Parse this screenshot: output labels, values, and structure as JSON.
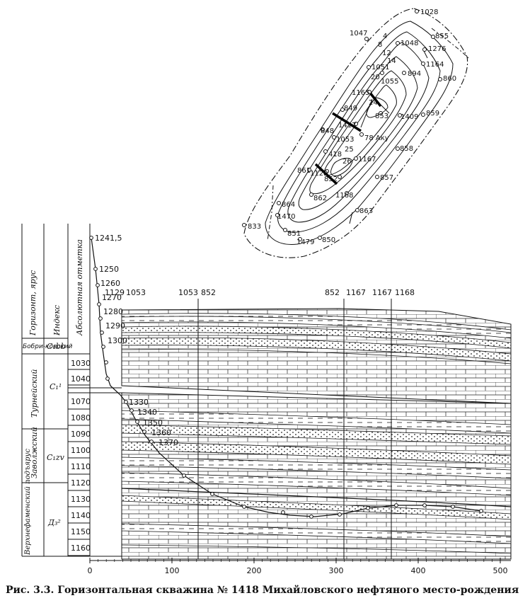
{
  "caption": "Рис. 3.3. Горизонтальная скважина № 1418 Михайловского нефтяного место-рождения",
  "map": {
    "wells": [
      "1028",
      "1047",
      "855",
      "1048",
      "1276",
      "1164",
      "1051",
      "894",
      "860",
      "1055",
      "1165",
      "849",
      "853",
      "1409",
      "859",
      "1417",
      "78 Аку",
      "848",
      "1053",
      "858",
      "418",
      "1167",
      "861",
      "1129",
      "852",
      "857",
      "862",
      "1168",
      "864",
      "863",
      "1470",
      "833",
      "851",
      "1479",
      "850"
    ],
    "isolines": [
      "4",
      "8",
      "12",
      "14",
      "20",
      "24",
      "26",
      "25"
    ]
  },
  "column": {
    "headers": [
      "Горизонт, ярус",
      "Индекс",
      "Абсолютная отметка"
    ],
    "bobrikovsky": {
      "name": "Бобри-ковский",
      "index": "C₁bb"
    },
    "tournaisian": {
      "name": "Турнейский",
      "index": "C₁¹"
    },
    "zavolzhsky": {
      "name": "Заволжский",
      "index": "C₁zv"
    },
    "famennian": {
      "name": "Верхнефаменский подъярус",
      "index": "Д₃²"
    },
    "marks_upper": [
      "1030",
      "1040"
    ],
    "marks_lower": [
      "1070",
      "1080",
      "1090",
      "1100",
      "1110",
      "1120",
      "1130",
      "1140",
      "1150",
      "1160"
    ]
  },
  "trajectory": {
    "start": "1241,5",
    "labels_upper": [
      "1250",
      "1260",
      "1270",
      "1280",
      "1290",
      "1300"
    ],
    "labels_lower": [
      "1330",
      "1340",
      "1350",
      "1360",
      "1370"
    ]
  },
  "section_wells": [
    "1129",
    "1053",
    "1053",
    "852",
    "852",
    "1167",
    "1167",
    "1168"
  ],
  "x_axis": {
    "ticks": [
      "0",
      "100",
      "200",
      "300",
      "400",
      "500"
    ]
  }
}
